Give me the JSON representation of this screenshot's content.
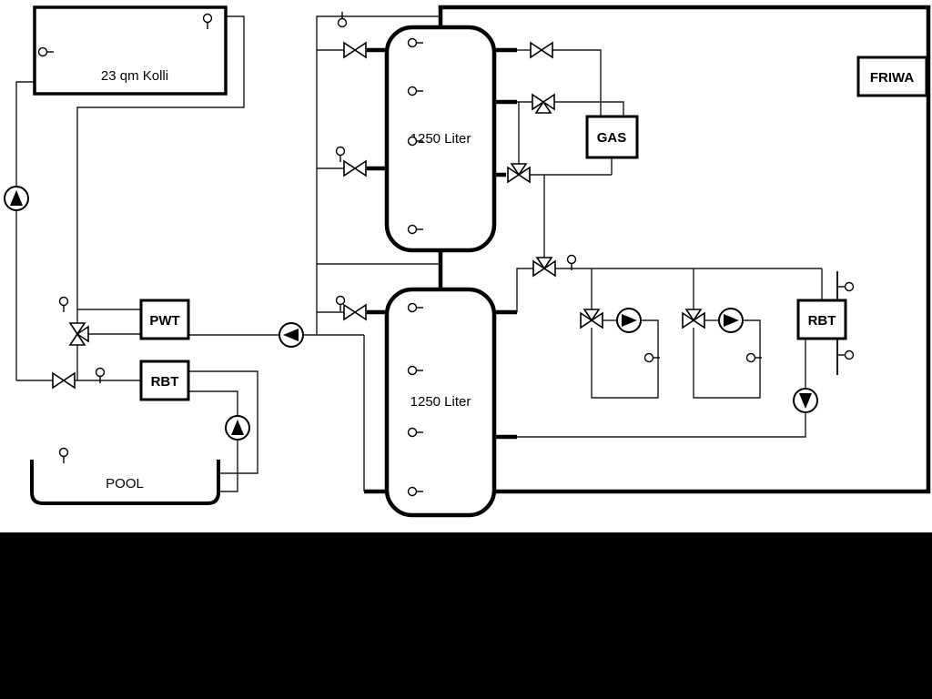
{
  "colors": {
    "background": "#ffffff",
    "line": "#000000",
    "letterbox": "#000000"
  },
  "diagram": {
    "collector": {
      "label": "23 qm Kolli"
    },
    "buffer_tank_top": {
      "label": "1250 Liter"
    },
    "buffer_tank_bottom": {
      "label": "1250 Liter"
    },
    "gas_boiler": {
      "label": "GAS"
    },
    "friwa_station": {
      "label": "FRIWA"
    },
    "pool_heat_exchanger": {
      "label": "PWT"
    },
    "rbt_left": {
      "label": "RBT"
    },
    "rbt_right": {
      "label": "RBT"
    },
    "pool": {
      "label": "POOL"
    }
  }
}
